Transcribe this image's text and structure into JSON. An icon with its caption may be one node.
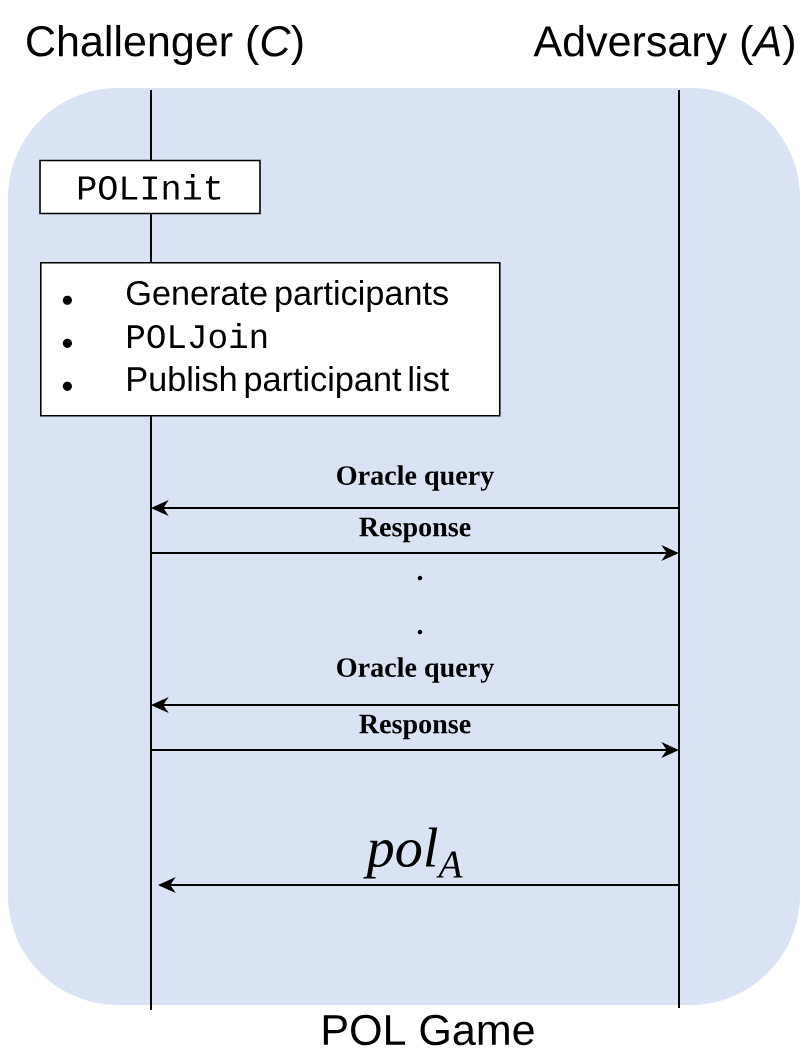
{
  "diagram": {
    "caption": "POL Game",
    "nodes": [
      {
        "text": [
          "Challenger (*C*)"
        ]
      },
      {
        "text": [
          "Adversary (*A*)"
        ]
      },
      {
        "text": [],
        "shape": "bar"
      },
      {
        "text": [],
        "shape": "bar"
      },
      {
        "text": [
          "POLInit"
        ]
      },
      {
        "text": [
          "Generate participants",
          "POLJoin",
          "Publish participant list"
        ]
      }
    ],
    "edges": [
      {
        "from": 3,
        "to": 2,
        "arrow": "to",
        "label": "Oracle query"
      },
      {
        "from": 2,
        "to": 3,
        "arrow": "to",
        "label": "Response"
      },
      {
        "from": 3,
        "to": 2,
        "arrow": "to",
        "label": "Oracle query"
      },
      {
        "from": 2,
        "to": 3,
        "arrow": "to",
        "label": "Response"
      },
      {
        "from": 3,
        "to": 2,
        "arrow": "to",
        "label": "pol$_{A}$"
      }
    ],
    "labels": [
      ".",
      "."
    ]
  }
}
